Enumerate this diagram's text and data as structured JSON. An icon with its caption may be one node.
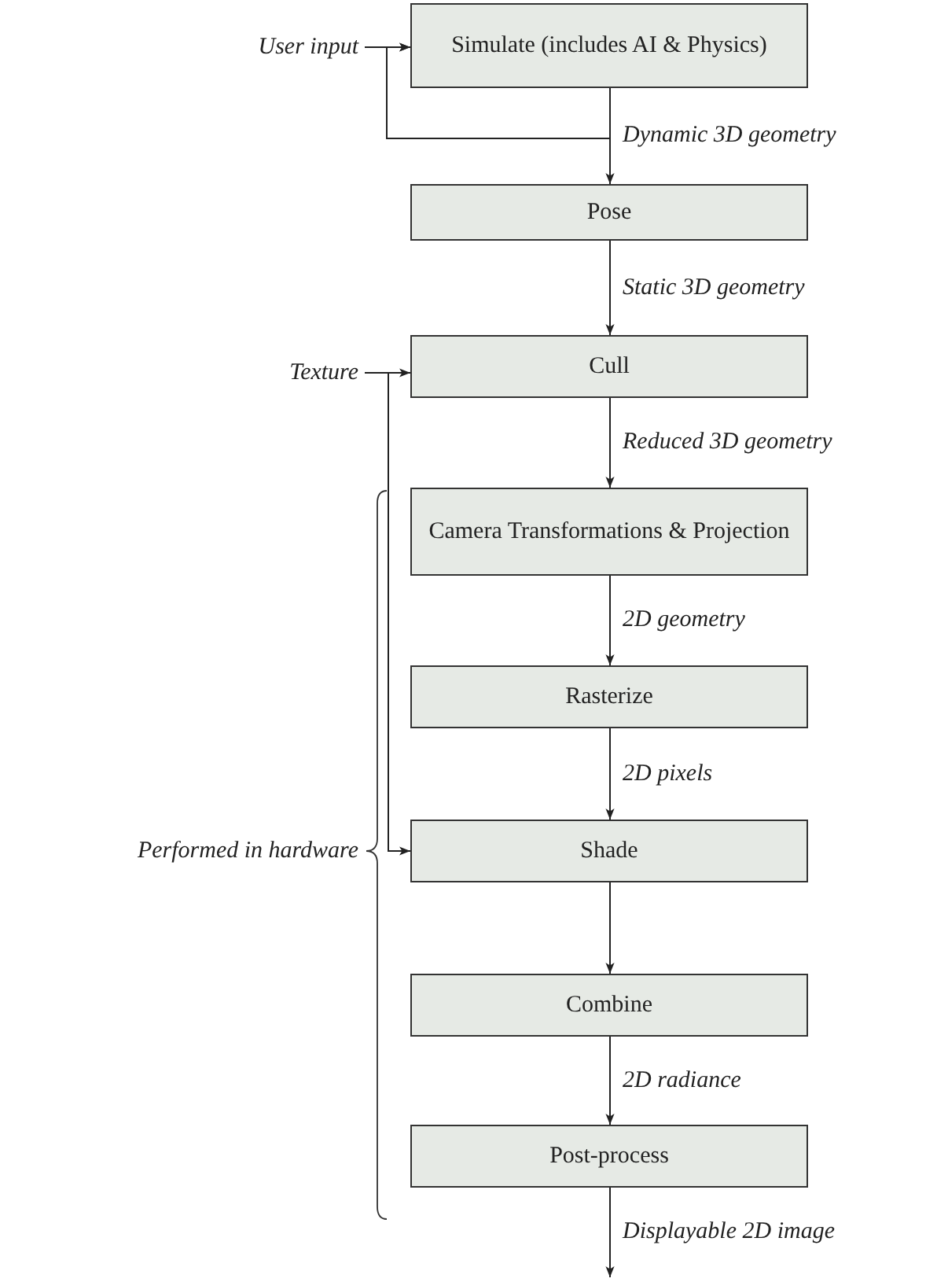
{
  "diagram": {
    "nodes": [
      {
        "text": [
          "User input"
        ]
      },
      {
        "text": [
          "Simulate (includes AI & Physics)"
        ]
      },
      {
        "text": [
          "Pose"
        ]
      },
      {
        "text": [
          "Texture"
        ]
      },
      {
        "text": [
          "Cull"
        ]
      },
      {
        "text": [
          "Camera Transformations & Projection"
        ]
      },
      {
        "text": [
          "Rasterize"
        ]
      },
      {
        "text": [
          "Shade"
        ]
      },
      {
        "text": [
          "Combine"
        ]
      },
      {
        "text": [
          "Post-process"
        ]
      }
    ],
    "edges": [
      {
        "from": 0,
        "to": 1,
        "arrow": "to"
      },
      {
        "from": 1,
        "to": 1,
        "arrow": "to"
      },
      {
        "from": 1,
        "to": 2,
        "arrow": "to",
        "label": "Dynamic 3D geometry"
      },
      {
        "from": 2,
        "to": 4,
        "arrow": "to",
        "label": "Static 3D geometry"
      },
      {
        "from": 3,
        "to": 4,
        "arrow": "to"
      },
      {
        "from": 3,
        "to": 7,
        "arrow": "to"
      },
      {
        "from": 4,
        "to": 5,
        "arrow": "to",
        "label": "Reduced 3D geometry"
      },
      {
        "from": 5,
        "to": 6,
        "arrow": "to",
        "label": "2D geometry"
      },
      {
        "from": 6,
        "to": 7,
        "arrow": "to",
        "label": "2D pixels"
      },
      {
        "from": 7,
        "to": 8,
        "arrow": "to"
      },
      {
        "from": 8,
        "to": 9,
        "arrow": "to",
        "label": "2D radiance"
      },
      {
        "from": 9,
        "to": null,
        "arrow": "to",
        "label": "Displayable 2D image"
      }
    ],
    "labels": [
      "Performed in hardware"
    ]
  }
}
